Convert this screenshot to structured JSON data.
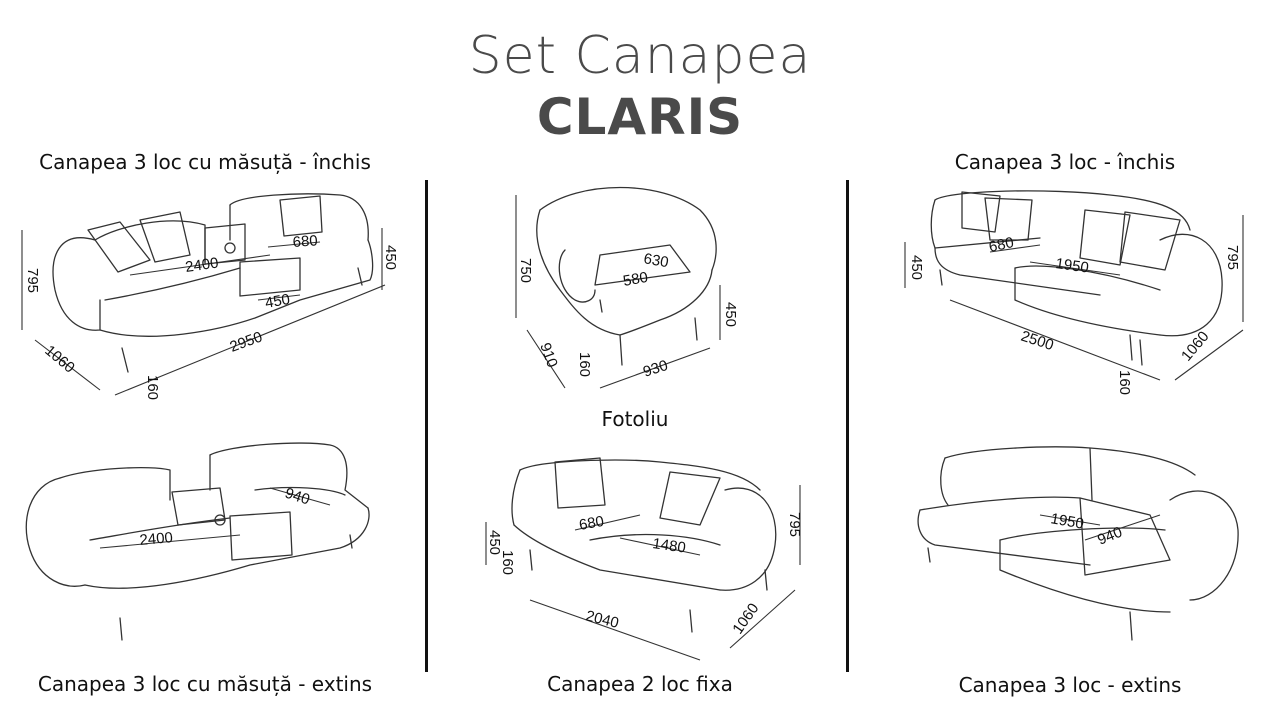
{
  "header": {
    "title_line1": "Set Canapea",
    "title_line2": "CLARIS"
  },
  "captions": {
    "top_left": "Canapea 3 loc cu măsuță - închis",
    "top_right": "Canapea 3 loc - închis",
    "middle_center": "Fotoliu",
    "bottom_left": "Canapea 3 loc cu măsuță - extins",
    "bottom_center": "Canapea 2 loc fixa",
    "bottom_right": "Canapea 3 loc - extins"
  },
  "dimensions": {
    "sofa_table_closed": {
      "d795": "795",
      "d1060": "1060",
      "d160": "160",
      "d2950": "2950",
      "d2400": "2400",
      "d680": "680",
      "d450a": "450",
      "d450b": "450"
    },
    "armchair": {
      "d750": "750",
      "d910": "910",
      "d160": "160",
      "d930": "930",
      "d630": "630",
      "d580": "580",
      "d450": "450"
    },
    "sofa_closed": {
      "d450": "450",
      "d680": "680",
      "d1950": "1950",
      "d795": "795",
      "d2500": "2500",
      "d1060": "1060",
      "d160": "160"
    },
    "sofa_table_extended": {
      "d2400": "2400",
      "d940": "940"
    },
    "sofa_2seat": {
      "d450": "450",
      "d160": "160",
      "d680": "680",
      "d1480": "1480",
      "d795": "795",
      "d2040": "2040",
      "d1060": "1060"
    },
    "sofa_extended": {
      "d1950": "1950",
      "d940": "940"
    }
  }
}
